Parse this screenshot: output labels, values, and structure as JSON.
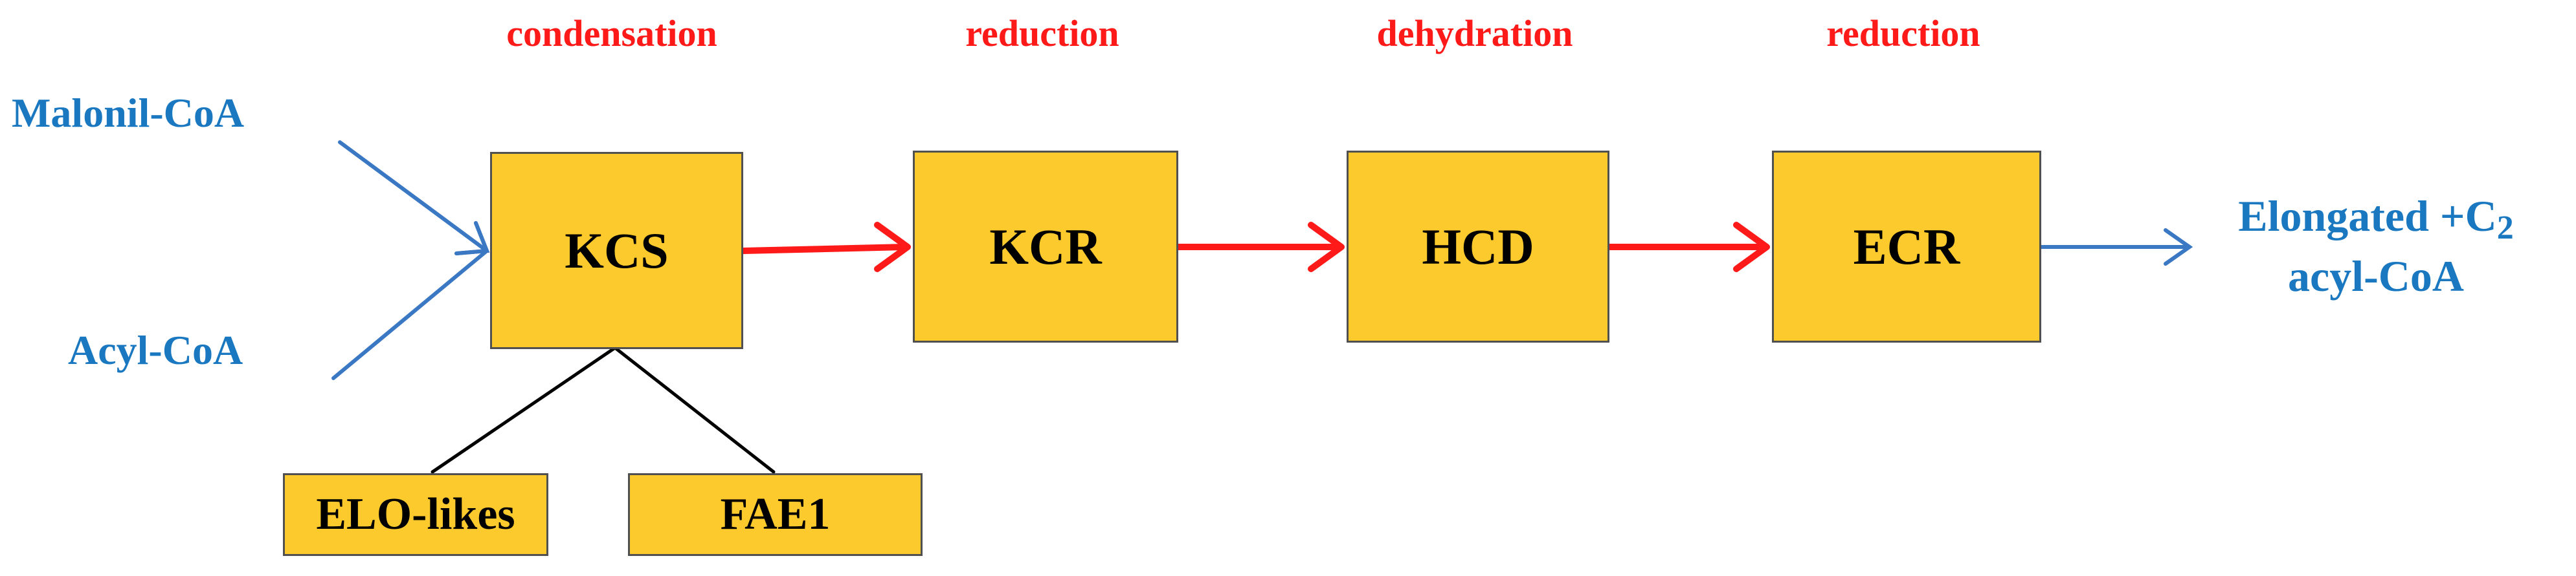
{
  "steps": [
    {
      "label": "condensation",
      "enzyme": "KCS"
    },
    {
      "label": "reduction",
      "enzyme": "KCR"
    },
    {
      "label": "dehydration",
      "enzyme": "HCD"
    },
    {
      "label": "reduction",
      "enzyme": "ECR"
    }
  ],
  "inputs": {
    "malonyl": "Malonil-CoA",
    "acyl": "Acyl-CoA"
  },
  "output": {
    "line1_prefix": "Elongated +C",
    "line1_subscript": "2",
    "line2": "acyl-CoA"
  },
  "kcs_subtypes": [
    "ELO-likes",
    "FAE1"
  ],
  "colors": {
    "step_label": "#ff1a1a",
    "box_fill": "#fcca2c",
    "box_border": "#505050",
    "metabolite_text": "#1a78c0",
    "main_arrow": "#ff1a1a",
    "input_arrow": "#3a78c4",
    "sub_connector": "#000000"
  }
}
